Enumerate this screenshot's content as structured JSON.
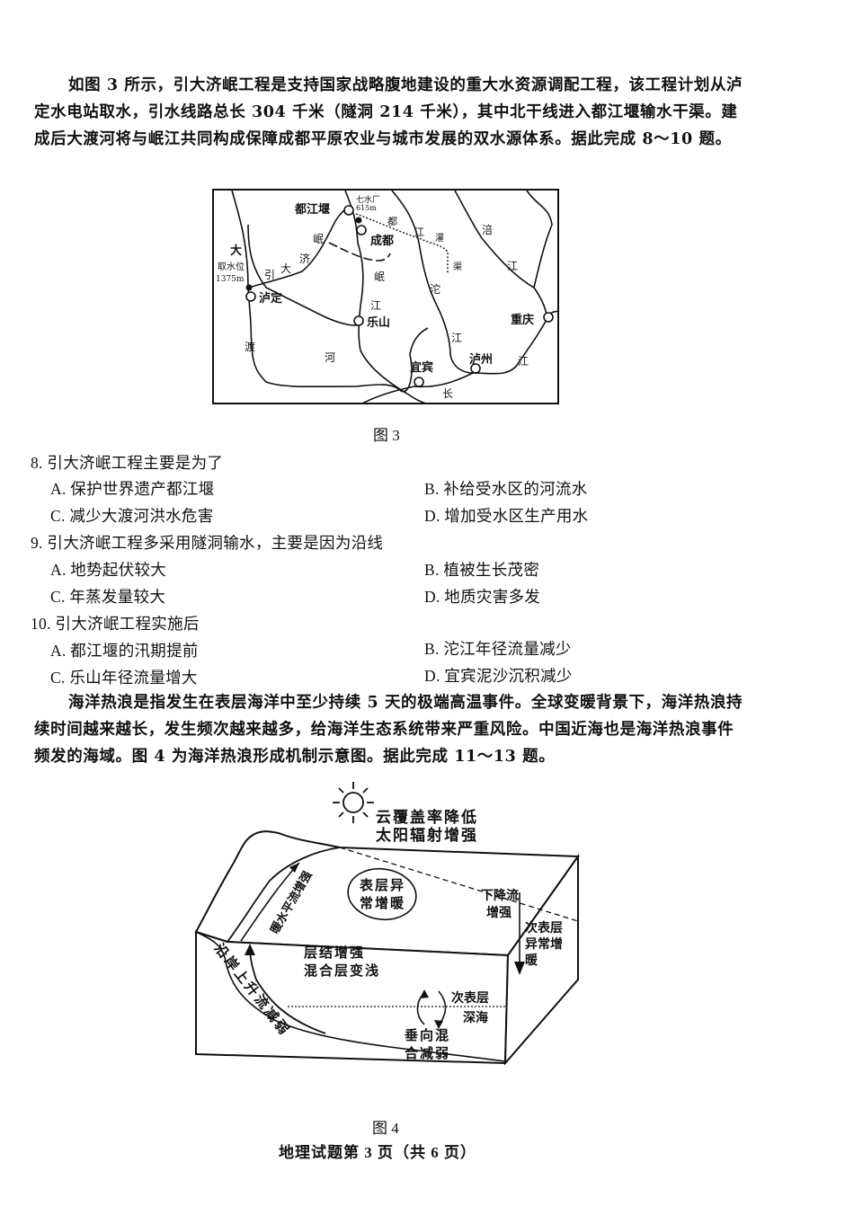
{
  "passage1": "如图 3 所示，引大济岷工程是支持国家战略腹地建设的重大水资源调配工程，该工程计划从泸定水电站取水，引水线路总长 304 千米（隧洞 214 千米），其中北干线进入都江堰输水干渠。建成后大渡河将与岷江共同构成保障成都平原农业与城市发展的双水源体系。据此完成 8～10 题。",
  "figure3": {
    "caption": "图 3",
    "labels": {
      "dujiangyan": "都江堰",
      "qishuichang": "七水厂",
      "qishuichang_elev": "615m",
      "chengdu": "成都",
      "intake": "取水位",
      "intake_elev": "1375m",
      "luding": "泸定",
      "leshan": "乐山",
      "yibin": "宜宾",
      "luzhou": "泸州",
      "chongqing": "重庆",
      "da": "大",
      "du": "渡",
      "he": "河",
      "yin": "引",
      "da2": "大",
      "ji": "济",
      "min_canal": "岷",
      "min": "岷",
      "jiang_min": "江",
      "tuo": "沱",
      "jiang_tuo": "江",
      "fu": "涪",
      "jiang_fu": "江",
      "chang": "长",
      "jiang_chang": "江",
      "canal_du": "都",
      "canal_jiang": "江",
      "canal_guan": "灌",
      "canal_qu": "渠"
    }
  },
  "questions": [
    {
      "number": "8.",
      "stem": "引大济岷工程主要是为了",
      "options": {
        "A": "A. 保护世界遗产都江堰",
        "B": "B. 补给受水区的河流水",
        "C": "C. 减少大渡河洪水危害",
        "D": "D. 增加受水区生产用水"
      }
    },
    {
      "number": "9.",
      "stem": "引大济岷工程多采用隧洞输水，主要是因为沿线",
      "options": {
        "A": "A. 地势起伏较大",
        "B": "B. 植被生长茂密",
        "C": "C. 年蒸发量较大",
        "D": "D. 地质灾害多发"
      }
    },
    {
      "number": "10.",
      "stem": "引大济岷工程实施后",
      "options": {
        "A": "A. 都江堰的汛期提前",
        "B": "B. 沱江年径流量减少",
        "C": "C. 乐山年径流量增大",
        "D": "D. 宜宾泥沙沉积减少"
      }
    }
  ],
  "passage2": "海洋热浪是指发生在表层海洋中至少持续 5 天的极端高温事件。全球变暖背景下，海洋热浪持续时间越来越长，发生频次越来越多，给海洋生态系统带来严重风险。中国近海也是海洋热浪事件频发的海域。图 4 为海洋热浪形成机制示意图。据此完成 11～13 题。",
  "figure4": {
    "caption": "图 4",
    "labels": {
      "cloud1": "云覆盖率降低",
      "cloud2": "太阳辐射增强",
      "warm_flow": "暖水平流增强",
      "surface1": "表层异",
      "surface2": "常增暖",
      "downwell1": "下降流",
      "downwell2": "增强",
      "subsurf1": "次表层",
      "subsurf2": "异常增",
      "subsurf3": "暖",
      "strat1": "层结增强",
      "strat2": "混合层变浅",
      "upwell": "沿岸上升流减弱",
      "layer1": "次表层",
      "layer2": "深海",
      "mix1": "垂向混",
      "mix2": "合减弱"
    }
  },
  "footer": "地理试题第 3 页（共 6 页）"
}
